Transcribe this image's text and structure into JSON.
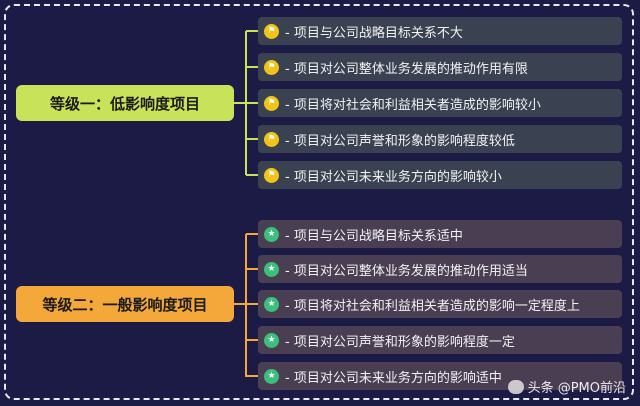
{
  "groups": [
    {
      "label": "等级一：低影响度项目",
      "items": [
        "- 项目与公司战略目标关系不大",
        "- 项目对公司整体业务发展的推动作用有限",
        "- 项目将对社会和利益相关者造成的影响较小",
        "- 项目对公司声誉和形象的影响程度较低",
        "- 项目对公司未来业务方向的影响较小"
      ]
    },
    {
      "label": "等级二：一般影响度项目",
      "items": [
        "- 项目与公司战略目标关系适中",
        "- 项目对公司整体业务发展的推动作用适当",
        "- 项目将对社会和利益相关者造成的影响一定程度上",
        "- 项目对公司声誉和形象的影响程度一定",
        "- 项目对公司未来业务方向的影响适中"
      ]
    }
  ],
  "icons": {
    "group1": "flag-icon",
    "group2": "star-icon"
  },
  "colors": {
    "label1": "#c8e35a",
    "label2": "#f5a83a",
    "connector1": "#c8e35a",
    "connector2": "#f5a83a"
  },
  "watermark": "头条 @PMO前沿"
}
